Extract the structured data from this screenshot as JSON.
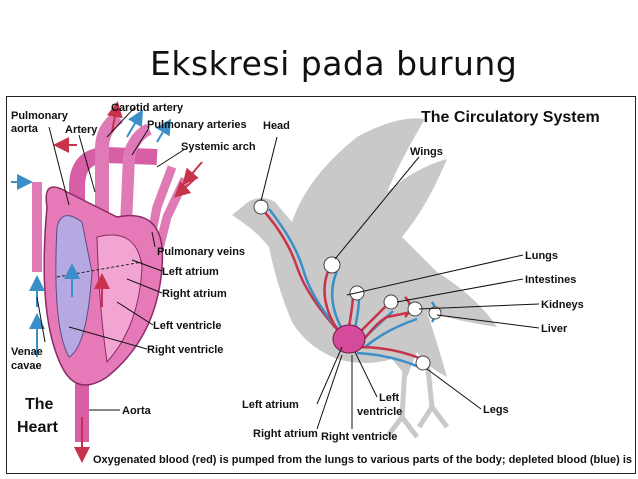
{
  "slide": {
    "title": "Ekskresi pada burung"
  },
  "figure": {
    "heading": "The Circulatory System",
    "heart_title_line1": "The",
    "heart_title_line2": "Heart",
    "caption": "Oxygenated blood (red) is pumped from the lungs to various parts of the body; depleted blood (blue) is returned for recycling.",
    "colors": {
      "oxygenated": "#c8324a",
      "depleted": "#3a8fc8",
      "heart_fill": "#e67ab8",
      "bird_silhouette": "#c9c9c9"
    },
    "heart_labels": {
      "pulmonary_aorta_1": "Pulmonary",
      "pulmonary_aorta_2": "aorta",
      "artery": "Artery",
      "carotid_artery": "Carotid artery",
      "pulmonary_arteries": "Pulmonary arteries",
      "systemic_arch": "Systemic arch",
      "pulmonary_veins": "Pulmonary veins",
      "left_atrium": "Left atrium",
      "right_atrium": "Right atrium",
      "left_ventricle": "Left ventricle",
      "right_ventricle": "Right ventricle",
      "venae_cavae_1": "Venae",
      "venae_cavae_2": "cavae",
      "aorta": "Aorta"
    },
    "bird_labels": {
      "head": "Head",
      "wings": "Wings",
      "lungs": "Lungs",
      "intestines": "Intestines",
      "kidneys": "Kidneys",
      "liver": "Liver",
      "legs": "Legs",
      "left_atrium": "Left atrium",
      "left_ventricle_1": "Left",
      "left_ventricle_2": "ventricle",
      "right_atrium": "Right atrium",
      "right_ventricle": "Right ventricle"
    }
  }
}
